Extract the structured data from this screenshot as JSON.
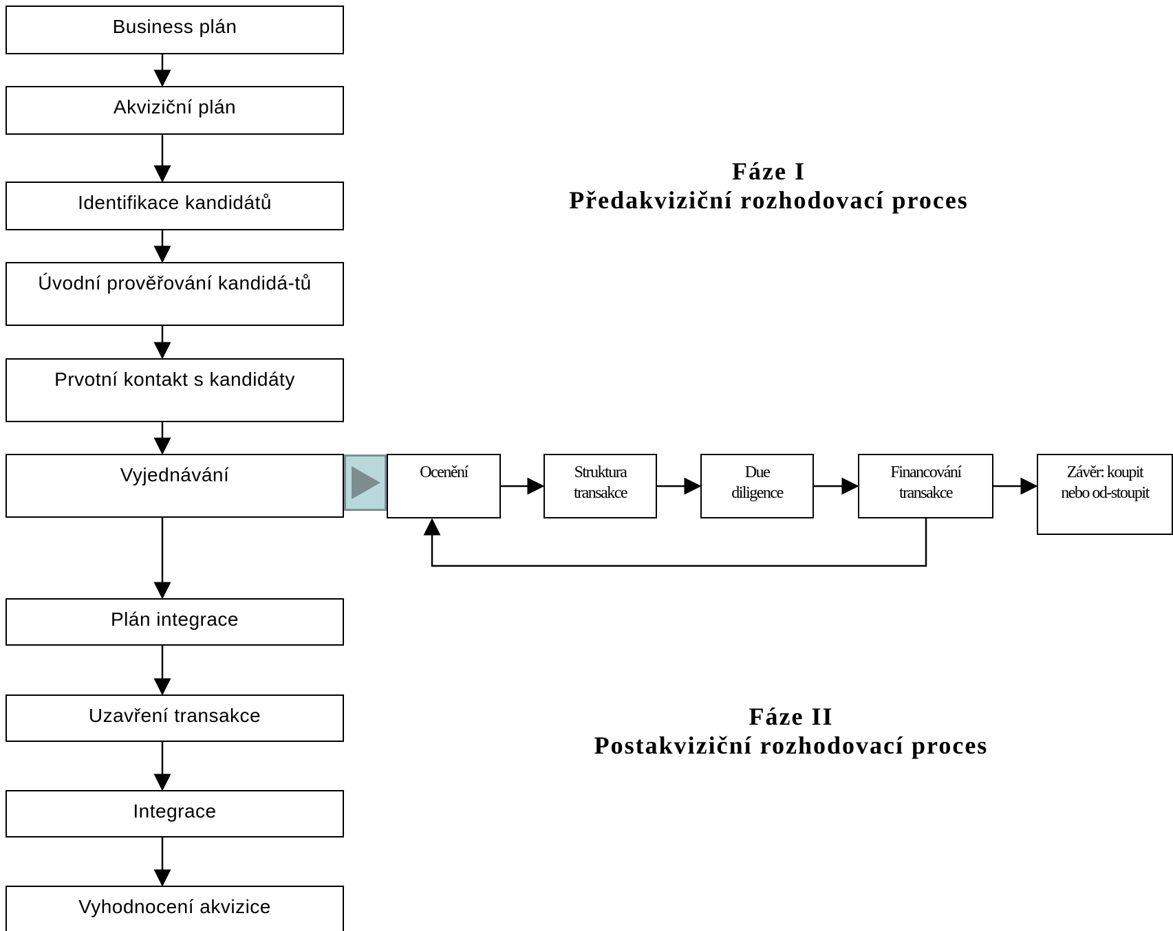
{
  "phase1": {
    "title": "Fáze I",
    "subtitle": "Předakviziční rozhodovací proces"
  },
  "phase2": {
    "title": "Fáze II",
    "subtitle": "Postakviziční rozhodovací proces"
  },
  "main_steps": [
    "Business plán",
    "Akviziční plán",
    "Identifikace kandidátů",
    "Úvodní prověřování kandidá-tů",
    "Prvotní kontakt s kandidáty",
    "Vyjednávání",
    "Plán integrace",
    "Uzavření transakce",
    "Integrace",
    "Vyhodnocení akvizice"
  ],
  "negotiation_steps": [
    "Ocenění",
    "Struktura transakce",
    "Due diligence",
    "Financování transakce",
    "Závěr: koupit nebo od-stoupit"
  ],
  "play_icon": "play-triangle-icon"
}
